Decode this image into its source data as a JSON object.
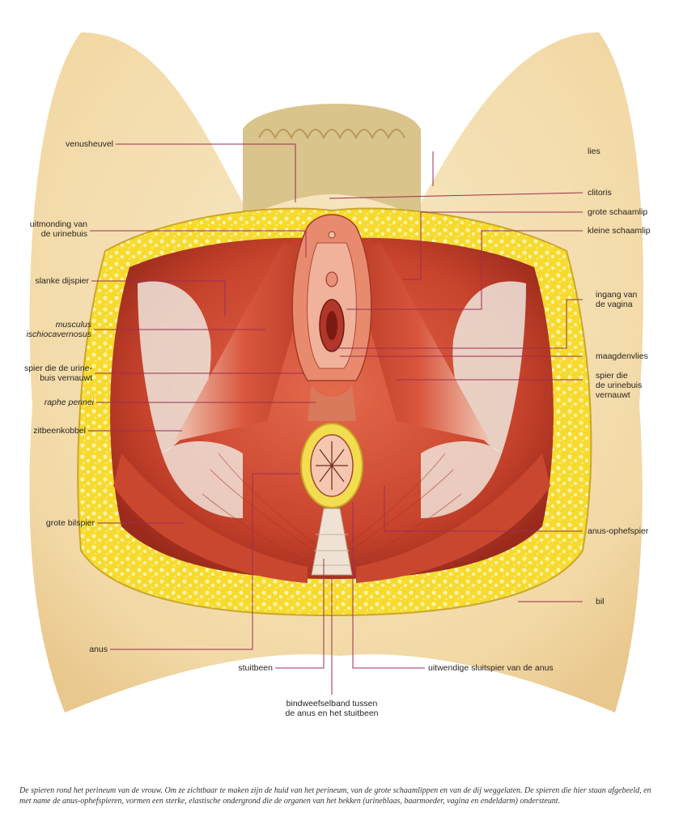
{
  "colors": {
    "skin": "#f5e2b8",
    "skin_shadow": "#e7c58f",
    "fat": "#f7df3a",
    "fat_dots": "#fff6b0",
    "muscle": "#d9563c",
    "muscle_dark": "#a52f1f",
    "muscle_light": "#f2b29c",
    "leader_line": "#9c2d55",
    "hair": "#d8c28a"
  },
  "labels": {
    "venusheuvel": "venusheuvel",
    "lies": "lies",
    "clitoris": "clitoris",
    "uitmonding": "uitmonding van\nde urinebuis",
    "grote_schaamlip": "grote schaamlip",
    "kleine_schaamlip": "kleine schaamlip",
    "slanke_dijspier": "slanke dijspier",
    "ingang_vagina": "ingang van\nde vagina",
    "musculus": "musculus\nischiocavernosus",
    "maagdenvlies": "maagdenvlies",
    "spier_urinebuis_left": "spier die de urine-\nbuis vernauwt",
    "spier_urinebuis_right": "spier die\nde urinebuis\nvernauwt",
    "raphe": "raphe perinei",
    "zitbeenkobbel": "zitbeenkobbel",
    "grote_bilspier": "grote bilspier",
    "anus_ophefspier": "anus-ophefspier",
    "bil": "bil",
    "anus": "anus",
    "stuitbeen": "stuitbeen",
    "sluitspier": "uitwendige sluitspier van de anus",
    "bindweefsel": "bindweefselband tussen\nde anus en het stuitbeen"
  },
  "caption": "De spieren rond het perineum van de vrouw. Om ze zichtbaar te maken zijn de huid van het perineum, van de grote schaamlippen en van de dij weggelaten. De spieren die hier staan afgebeeld, en met name de anus-ophefspieren, vormen een sterke, elastische ondergrond die de organen van het bekken (urineblaas, baarmoeder, vagina en endeldarm) ondersteunt."
}
